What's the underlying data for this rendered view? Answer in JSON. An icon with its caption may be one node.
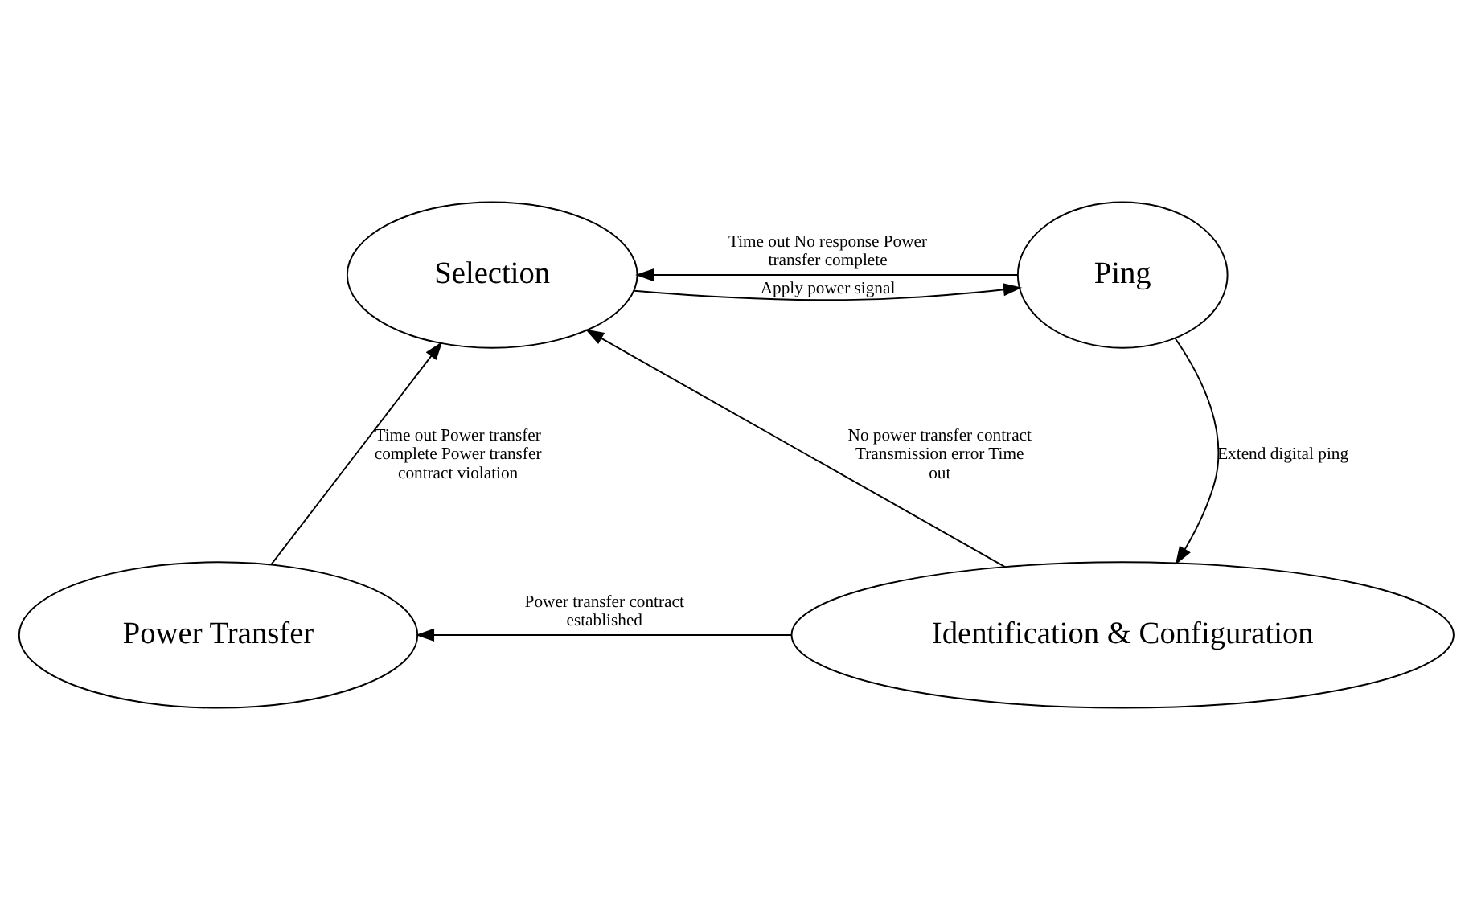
{
  "diagram": {
    "nodes": [
      {
        "text": [
          "Selection"
        ]
      },
      {
        "text": [
          "Ping"
        ]
      },
      {
        "text": [
          "Power Transfer"
        ]
      },
      {
        "text": [
          "Identification & Configuration"
        ]
      }
    ],
    "edges": [
      {
        "from": 0,
        "to": 1,
        "arrow": "to",
        "label": "Apply power signal"
      },
      {
        "from": 1,
        "to": 0,
        "arrow": "to",
        "label": "Time out No response Power transfer complete"
      },
      {
        "from": 1,
        "to": 3,
        "arrow": "to",
        "label": "Extend digital ping"
      },
      {
        "from": 3,
        "to": 0,
        "arrow": "to",
        "label": "No power transfer contract Transmission error Time out"
      },
      {
        "from": 3,
        "to": 2,
        "arrow": "to",
        "label": "Power transfer contract established"
      },
      {
        "from": 2,
        "to": 0,
        "arrow": "to",
        "label": "Time out Power transfer complete Power transfer contract violation"
      }
    ]
  }
}
